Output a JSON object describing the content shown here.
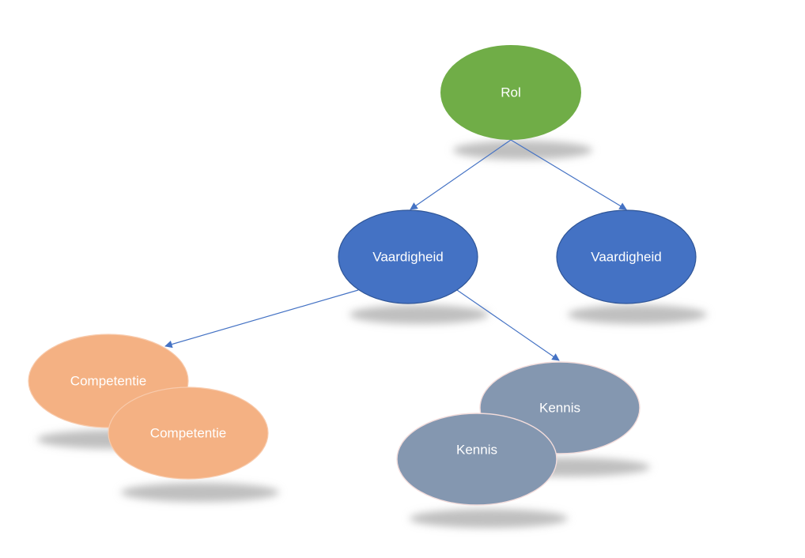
{
  "colors": {
    "role": "#70ad47",
    "skill": "#4472c4",
    "competence": "#f4b183",
    "knowledge": "#8497b0",
    "connector": "#4472c4",
    "shadow": "#bfbfbf"
  },
  "nodes": {
    "rol": {
      "label": "Rol"
    },
    "vaardigheid_1": {
      "label": "Vaardigheid"
    },
    "vaardigheid_2": {
      "label": "Vaardigheid"
    },
    "competentie_1": {
      "label": "Competentie"
    },
    "competentie_2": {
      "label": "Competentie"
    },
    "kennis_1": {
      "label": "Kennis"
    },
    "kennis_2": {
      "label": "Kennis"
    }
  },
  "edges": [
    {
      "from": "rol",
      "to": "vaardigheid_1"
    },
    {
      "from": "rol",
      "to": "vaardigheid_2"
    },
    {
      "from": "vaardigheid_1",
      "to": "competentie_1"
    },
    {
      "from": "vaardigheid_1",
      "to": "kennis_1"
    }
  ]
}
